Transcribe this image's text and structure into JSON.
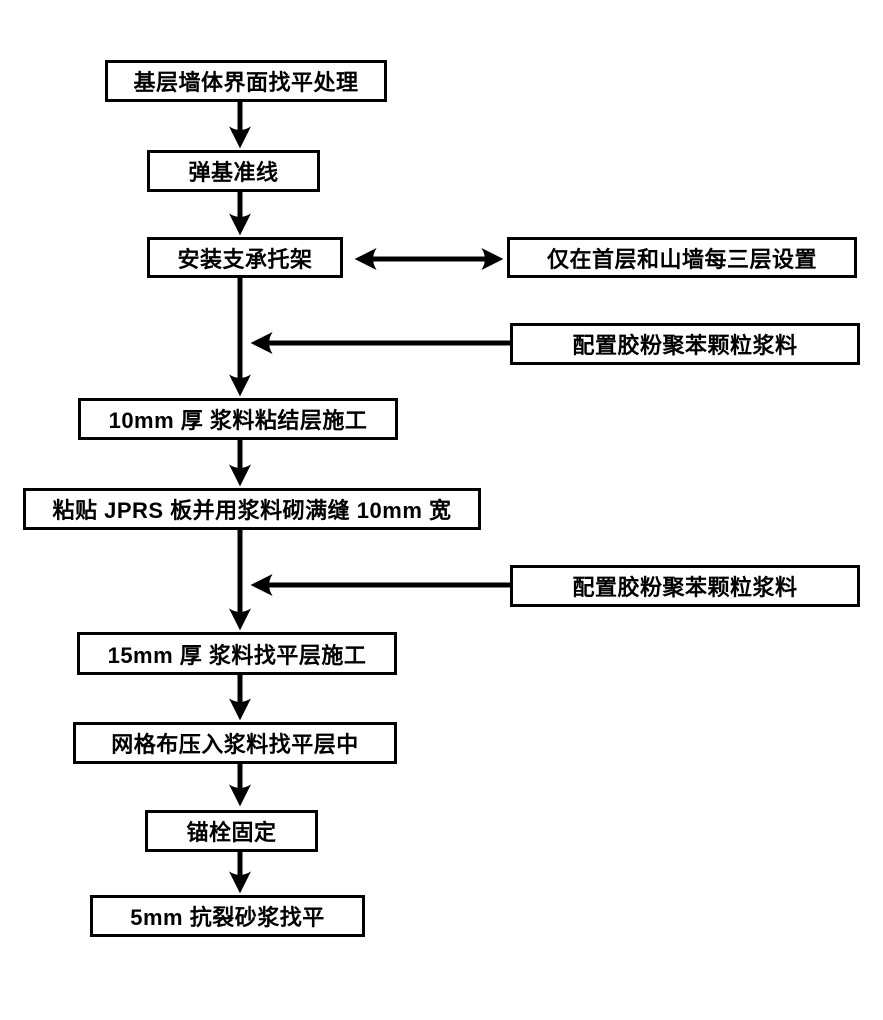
{
  "flowchart": {
    "background_color": "#ffffff",
    "line_color": "#000000",
    "text_color": "#000000",
    "main_steps": [
      "基层墙体界面找平处理",
      "弹基准线",
      "安装支承托架",
      "10mm 厚 浆料粘结层施工",
      "粘贴 JPRS 板并用浆料砌满缝 10mm 宽",
      "15mm 厚 浆料找平层施工",
      "网格布压入浆料找平层中",
      "锚栓固定",
      "5mm 抗裂砂浆找平"
    ],
    "side_notes": [
      {
        "label": "仅在首层和山墙每三层设置",
        "attached_to": "安装支承托架",
        "connector": "double-headed-arrow"
      },
      {
        "label": "配置胶粉聚苯颗粒浆料",
        "attached_to": "10mm 厚 浆料粘结层施工",
        "connector": "arrow-into-main-flow"
      },
      {
        "label": "配置胶粉聚苯颗粒浆料",
        "attached_to": "15mm 厚 浆料找平层施工",
        "connector": "arrow-into-main-flow"
      }
    ]
  }
}
